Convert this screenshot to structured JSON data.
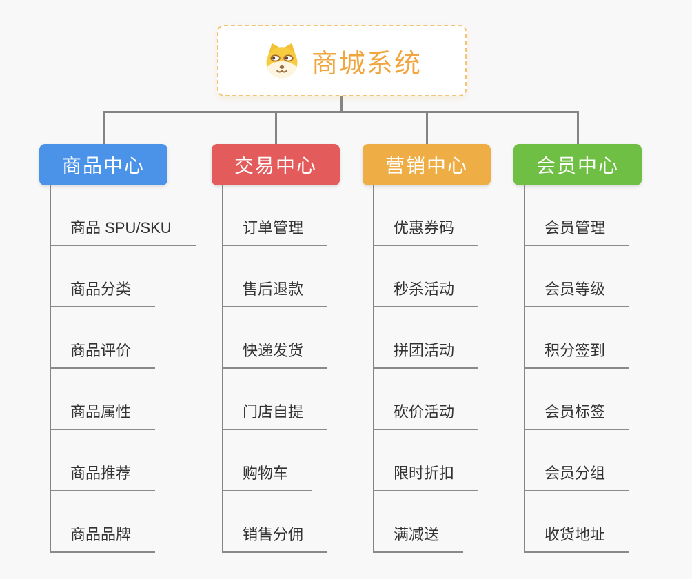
{
  "root": {
    "title": "商城系统",
    "icon": "dog-face-icon"
  },
  "branches": [
    {
      "label": "商品中心",
      "color": "#4B93E8",
      "children": [
        "商品 SPU/SKU",
        "商品分类",
        "商品评价",
        "商品属性",
        "商品推荐",
        "商品品牌"
      ]
    },
    {
      "label": "交易中心",
      "color": "#E45B5B",
      "children": [
        "订单管理",
        "售后退款",
        "快递发货",
        "门店自提",
        "购物车",
        "销售分佣"
      ]
    },
    {
      "label": "营销中心",
      "color": "#EEAE45",
      "children": [
        "优惠券码",
        "秒杀活动",
        "拼团活动",
        "砍价活动",
        "限时折扣",
        "满减送"
      ]
    },
    {
      "label": "会员中心",
      "color": "#70BF45",
      "children": [
        "会员管理",
        "会员等级",
        "积分签到",
        "会员标签",
        "会员分组",
        "收货地址"
      ]
    }
  ],
  "colors": {
    "background": "#F8F8F8",
    "root_text": "#F0A53E",
    "root_border": "#F3C377",
    "connector": "#848484",
    "leaf_text": "#333333",
    "leaf_underline": "#8A8A8A"
  }
}
